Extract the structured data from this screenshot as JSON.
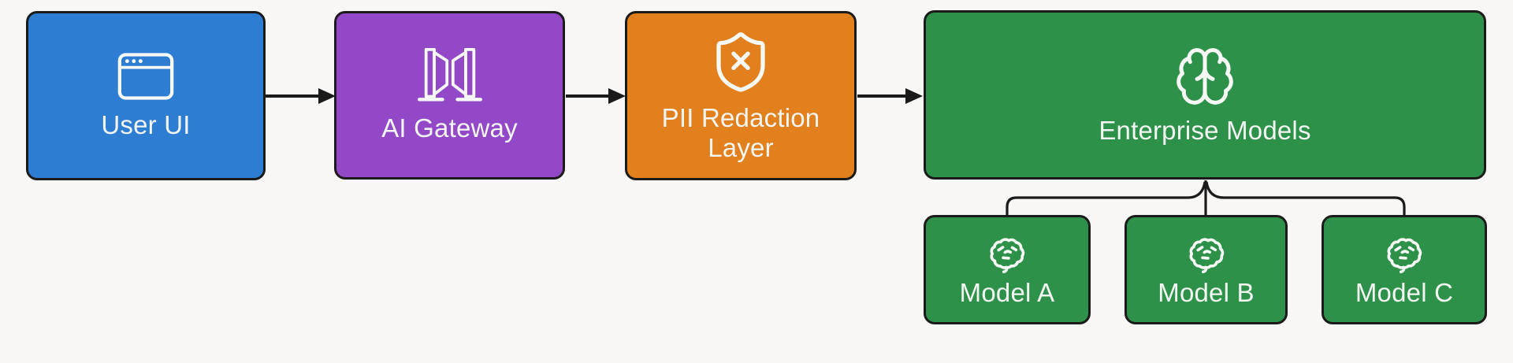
{
  "diagram": {
    "background_color": "#f8f7f5",
    "connector_color": "#1b1b1b",
    "text_color": "#f2f5f2",
    "nodes": {
      "user_ui": {
        "label": "User UI",
        "color": "#2d7dd2",
        "icon": "browser-window-icon"
      },
      "ai_gateway": {
        "label": "AI Gateway",
        "color": "#9348c8",
        "icon": "gate-icon"
      },
      "pii_redaction": {
        "label": "PII Redaction Layer",
        "color": "#e2801d",
        "icon": "shield-x-icon"
      },
      "enterprise_models": {
        "label": "Enterprise Models",
        "color": "#2e9149",
        "icon": "brain-icon"
      },
      "model_a": {
        "label": "Model A",
        "color": "#2e9149",
        "icon": "brain-side-icon"
      },
      "model_b": {
        "label": "Model B",
        "color": "#2e9149",
        "icon": "brain-side-icon"
      },
      "model_c": {
        "label": "Model C",
        "color": "#2e9149",
        "icon": "brain-side-icon"
      }
    },
    "edges": [
      {
        "from": "user_ui",
        "to": "ai_gateway",
        "style": "arrow"
      },
      {
        "from": "ai_gateway",
        "to": "pii_redaction",
        "style": "arrow"
      },
      {
        "from": "pii_redaction",
        "to": "enterprise_models",
        "style": "arrow"
      },
      {
        "from": "enterprise_models",
        "to": "model_a",
        "style": "line"
      },
      {
        "from": "enterprise_models",
        "to": "model_b",
        "style": "line"
      },
      {
        "from": "enterprise_models",
        "to": "model_c",
        "style": "line"
      }
    ]
  }
}
